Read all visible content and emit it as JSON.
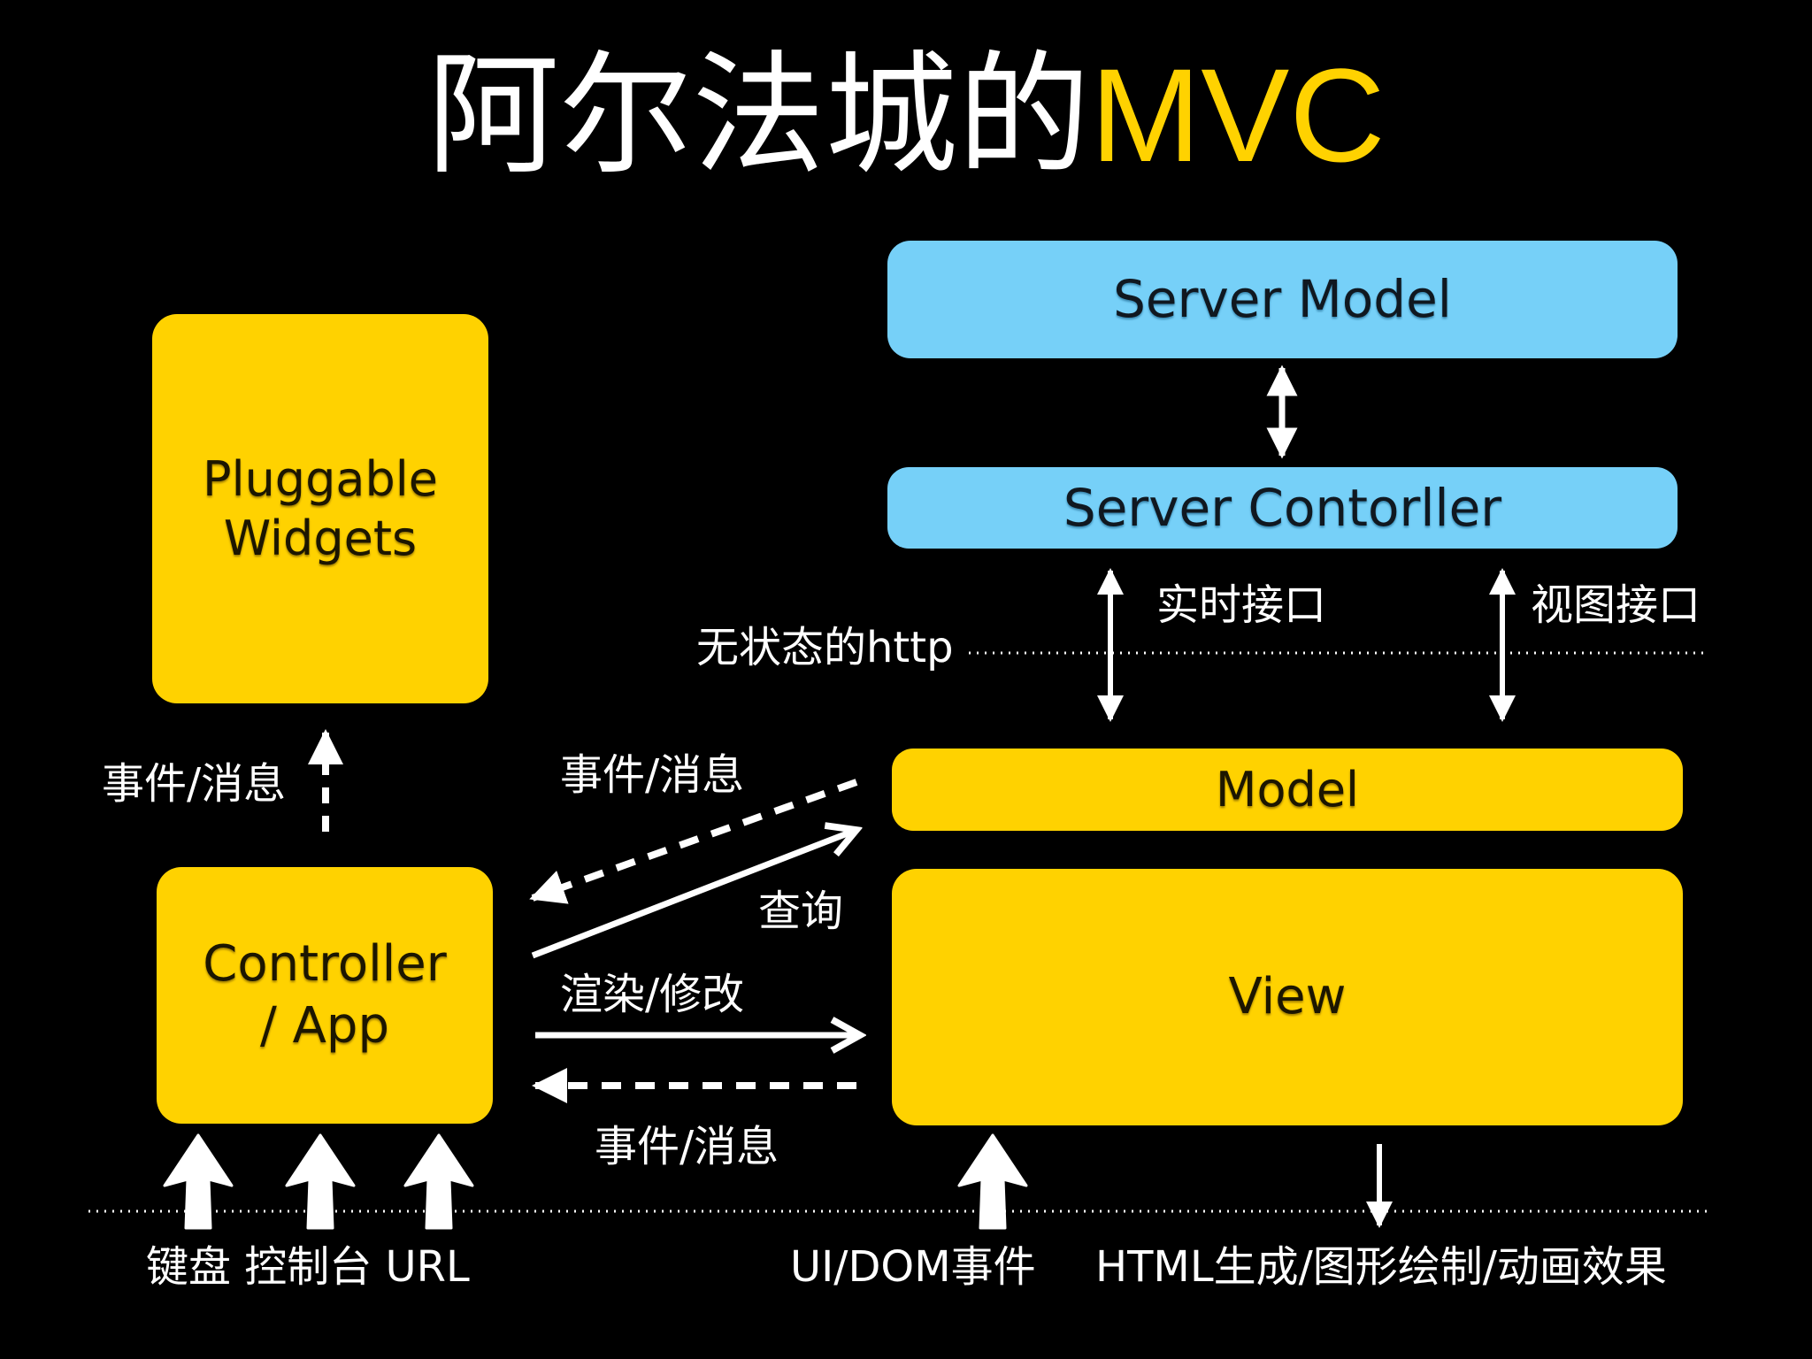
{
  "title": {
    "main": "阿尔法城的",
    "highlight": "MVC"
  },
  "colors": {
    "background": "#000000",
    "yellow": "#FFD200",
    "blue": "#76D0F8",
    "white": "#FFFFFF"
  },
  "boxes": {
    "server_model": "Server Model",
    "server_controller": "Server Contorller",
    "pluggable_widgets": "Pluggable\nWidgets",
    "controller_app": "Controller\n/ App",
    "model": "Model",
    "view": "View"
  },
  "labels": {
    "realtime_interface": "实时接口",
    "view_interface": "视图接口",
    "stateless_http": "无状态的http",
    "event_message_widgets": "事件/消息",
    "event_message_model": "事件/消息",
    "query": "查询",
    "render_modify": "渲染/修改",
    "event_message_view": "事件/消息",
    "inputs": "键盘 控制台 URL",
    "ui_dom_events": "UI/DOM事件",
    "html_output": "HTML生成/图形绘制/动画效果"
  }
}
